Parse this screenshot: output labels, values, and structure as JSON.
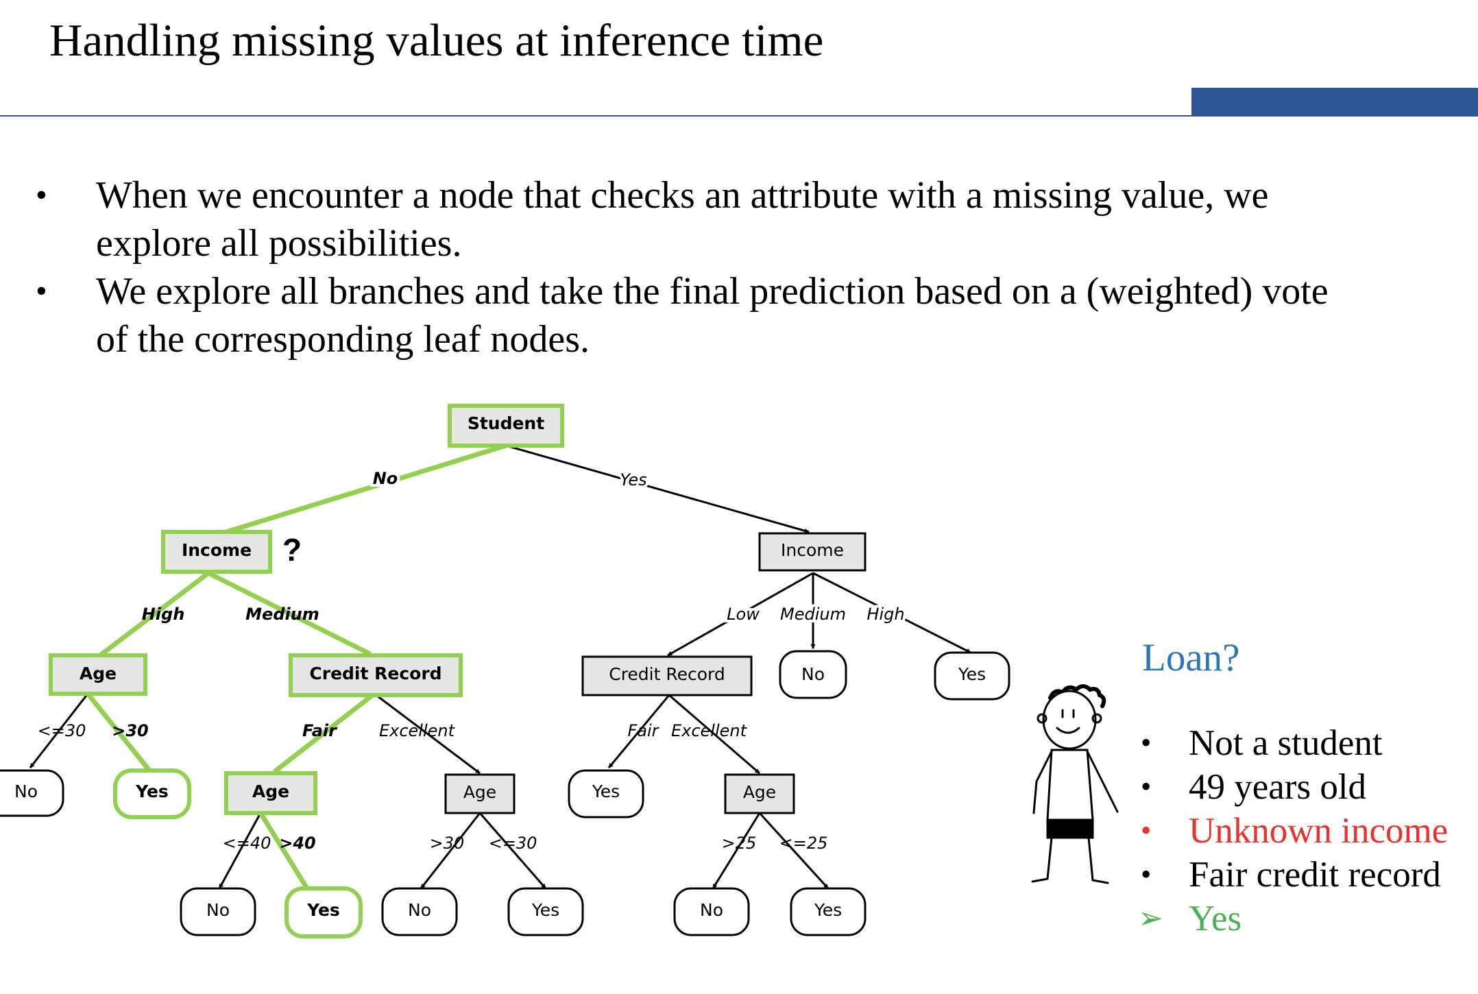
{
  "slide": {
    "title": "Handling missing values at inference time",
    "bullets": [
      {
        "line1": "When we encounter a node that checks an attribute with a missing value, we",
        "line2": "explore all possibilities."
      },
      {
        "line1": "We explore all branches and take the final prediction based on a (weighted) vote",
        "line2": "of the corresponding leaf nodes."
      }
    ],
    "bullet_symbol": "•"
  },
  "tree": {
    "highlight_color": "#92d050",
    "node_fill": "#e7e6e6",
    "question_mark": "?",
    "nodes": {
      "root": "Student",
      "income_left": "Income",
      "income_right": "Income",
      "age_left": "Age",
      "credit_left": "Credit Record",
      "credit_right": "Credit Record",
      "age_fair": "Age",
      "age_excellent": "Age",
      "age_right": "Age",
      "leaf_no_1": "No",
      "leaf_yes_1": "Yes",
      "leaf_no_2": "No",
      "leaf_yes_2": "Yes",
      "leaf_no_3": "No",
      "leaf_yes_3": "Yes",
      "leaf_no_medium": "No",
      "leaf_yes_high": "Yes",
      "leaf_yes_fair": "Yes",
      "leaf_no_4": "No",
      "leaf_yes_4": "Yes"
    },
    "edges": {
      "no": "No",
      "yes": "Yes",
      "high": "High",
      "medium": "Medium",
      "low": "Low",
      "medium_r": "Medium",
      "high_r": "High",
      "le30": "<=30",
      "gt30": ">30",
      "fair": "Fair",
      "excellent": "Excellent",
      "fair_r": "Fair",
      "excellent_r": "Excellent",
      "le40": "<=40",
      "gt40": ">40",
      "gt30_b": ">30",
      "le30_b": "<=30",
      "gt25": ">25",
      "le25": "<=25"
    }
  },
  "query": {
    "question": "Loan?",
    "question_color": "#2e75b6",
    "conditions": [
      {
        "text": "Not a student",
        "color": "#000000"
      },
      {
        "text": "49 years old",
        "color": "#000000"
      },
      {
        "text": "Unknown income",
        "color": "#e8322b"
      },
      {
        "text": "Fair credit record",
        "color": "#000000"
      }
    ],
    "answer_symbol": "➢",
    "answer": "Yes",
    "answer_color": "#4caf50"
  }
}
